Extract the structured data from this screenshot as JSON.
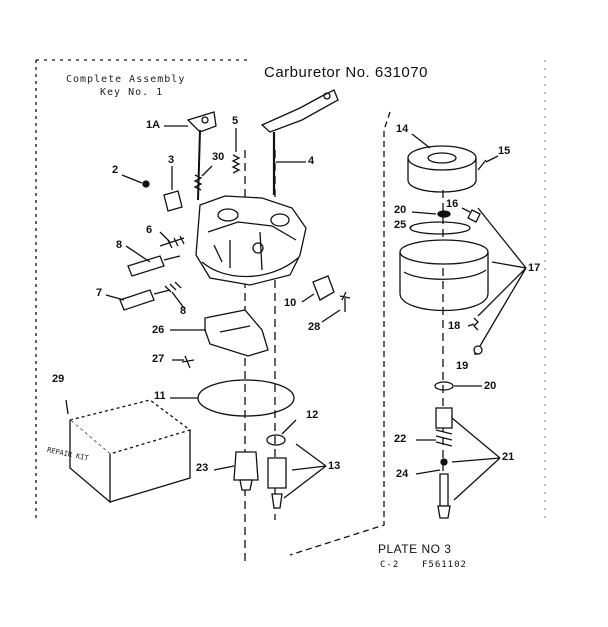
{
  "header": {
    "line1": "Complete Assembly",
    "line2": "Key No. 1",
    "title": "Carburetor No. 631070"
  },
  "footer": {
    "plate": "PLATE NO 3",
    "code_left": "C-2",
    "code_right": "F561102"
  },
  "repair_kit_label": "REPAIR KIT",
  "callouts": {
    "c1a": "1A",
    "c2": "2",
    "c3": "3",
    "c4": "4",
    "c5": "5",
    "c6": "6",
    "c7": "7",
    "c8a": "8",
    "c8b": "8",
    "c10": "10",
    "c11": "11",
    "c12": "12",
    "c13": "13",
    "c14": "14",
    "c15": "15",
    "c16": "16",
    "c17": "17",
    "c18": "18",
    "c19": "19",
    "c20a": "20",
    "c20b": "20",
    "c21": "21",
    "c22": "22",
    "c23": "23",
    "c24": "24",
    "c25": "25",
    "c26": "26",
    "c27": "27",
    "c28": "28",
    "c29": "29",
    "c30": "30"
  }
}
